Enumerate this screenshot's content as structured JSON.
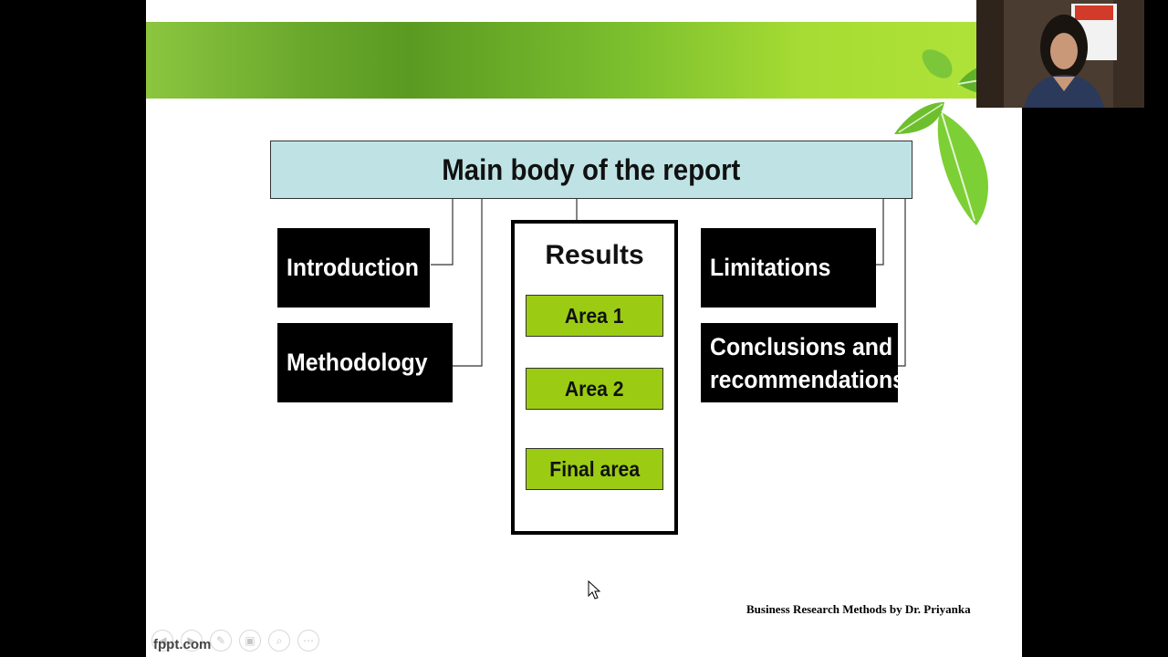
{
  "diagram": {
    "title": "Main body of the report",
    "left_items": [
      "Introduction",
      "Methodology"
    ],
    "results": {
      "title": "Results",
      "areas": [
        "Area 1",
        "Area 2",
        "Final area"
      ]
    },
    "right_items": [
      "Limitations",
      "Conclusions and recommendations"
    ]
  },
  "footer": {
    "credit": "Business Research Methods by Dr. Priyanka",
    "brand": "fppt.com"
  },
  "toolbar_icons": [
    "prev-icon",
    "next-icon",
    "pen-icon",
    "slides-icon",
    "zoom-icon",
    "more-icon"
  ],
  "colors": {
    "title_fill": "#bfe3e5",
    "area_fill": "#9bcc13",
    "banner_green": "#6aa82c",
    "box_black": "#000000"
  }
}
